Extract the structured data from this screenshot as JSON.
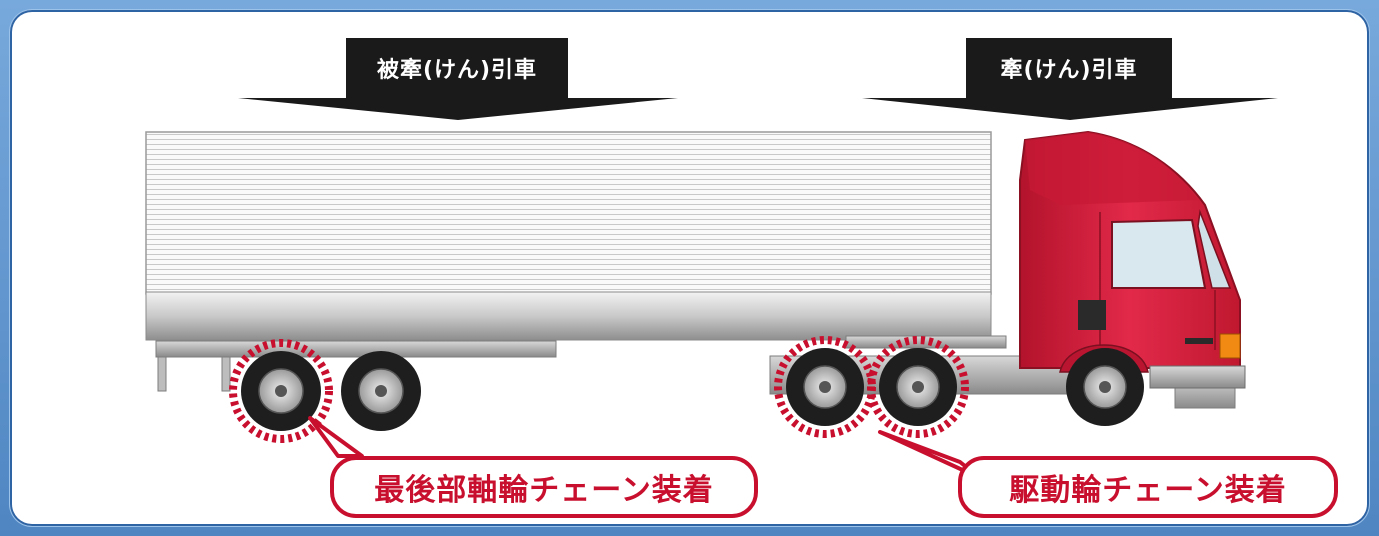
{
  "labels": {
    "trailer": "被牽(けん)引車",
    "tractor": "牽(けん)引車"
  },
  "callouts": {
    "rear_axle": "最後部軸輪チェーン装着",
    "drive_wheels": "駆動輪チェーン装着"
  },
  "colors": {
    "frame_blue": "#4f86c2",
    "cab_red": "#d21f3c",
    "chain_red": "#c8102e",
    "label_black": "#1a1a1a"
  }
}
